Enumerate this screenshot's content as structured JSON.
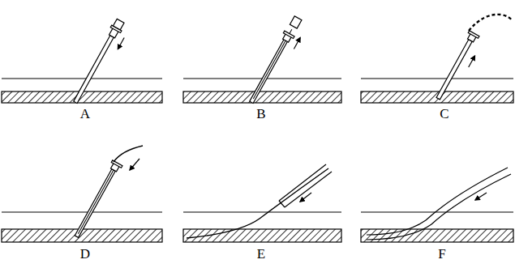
{
  "diagram": {
    "labels": [
      "A",
      "B",
      "C",
      "D",
      "E",
      "F"
    ]
  }
}
